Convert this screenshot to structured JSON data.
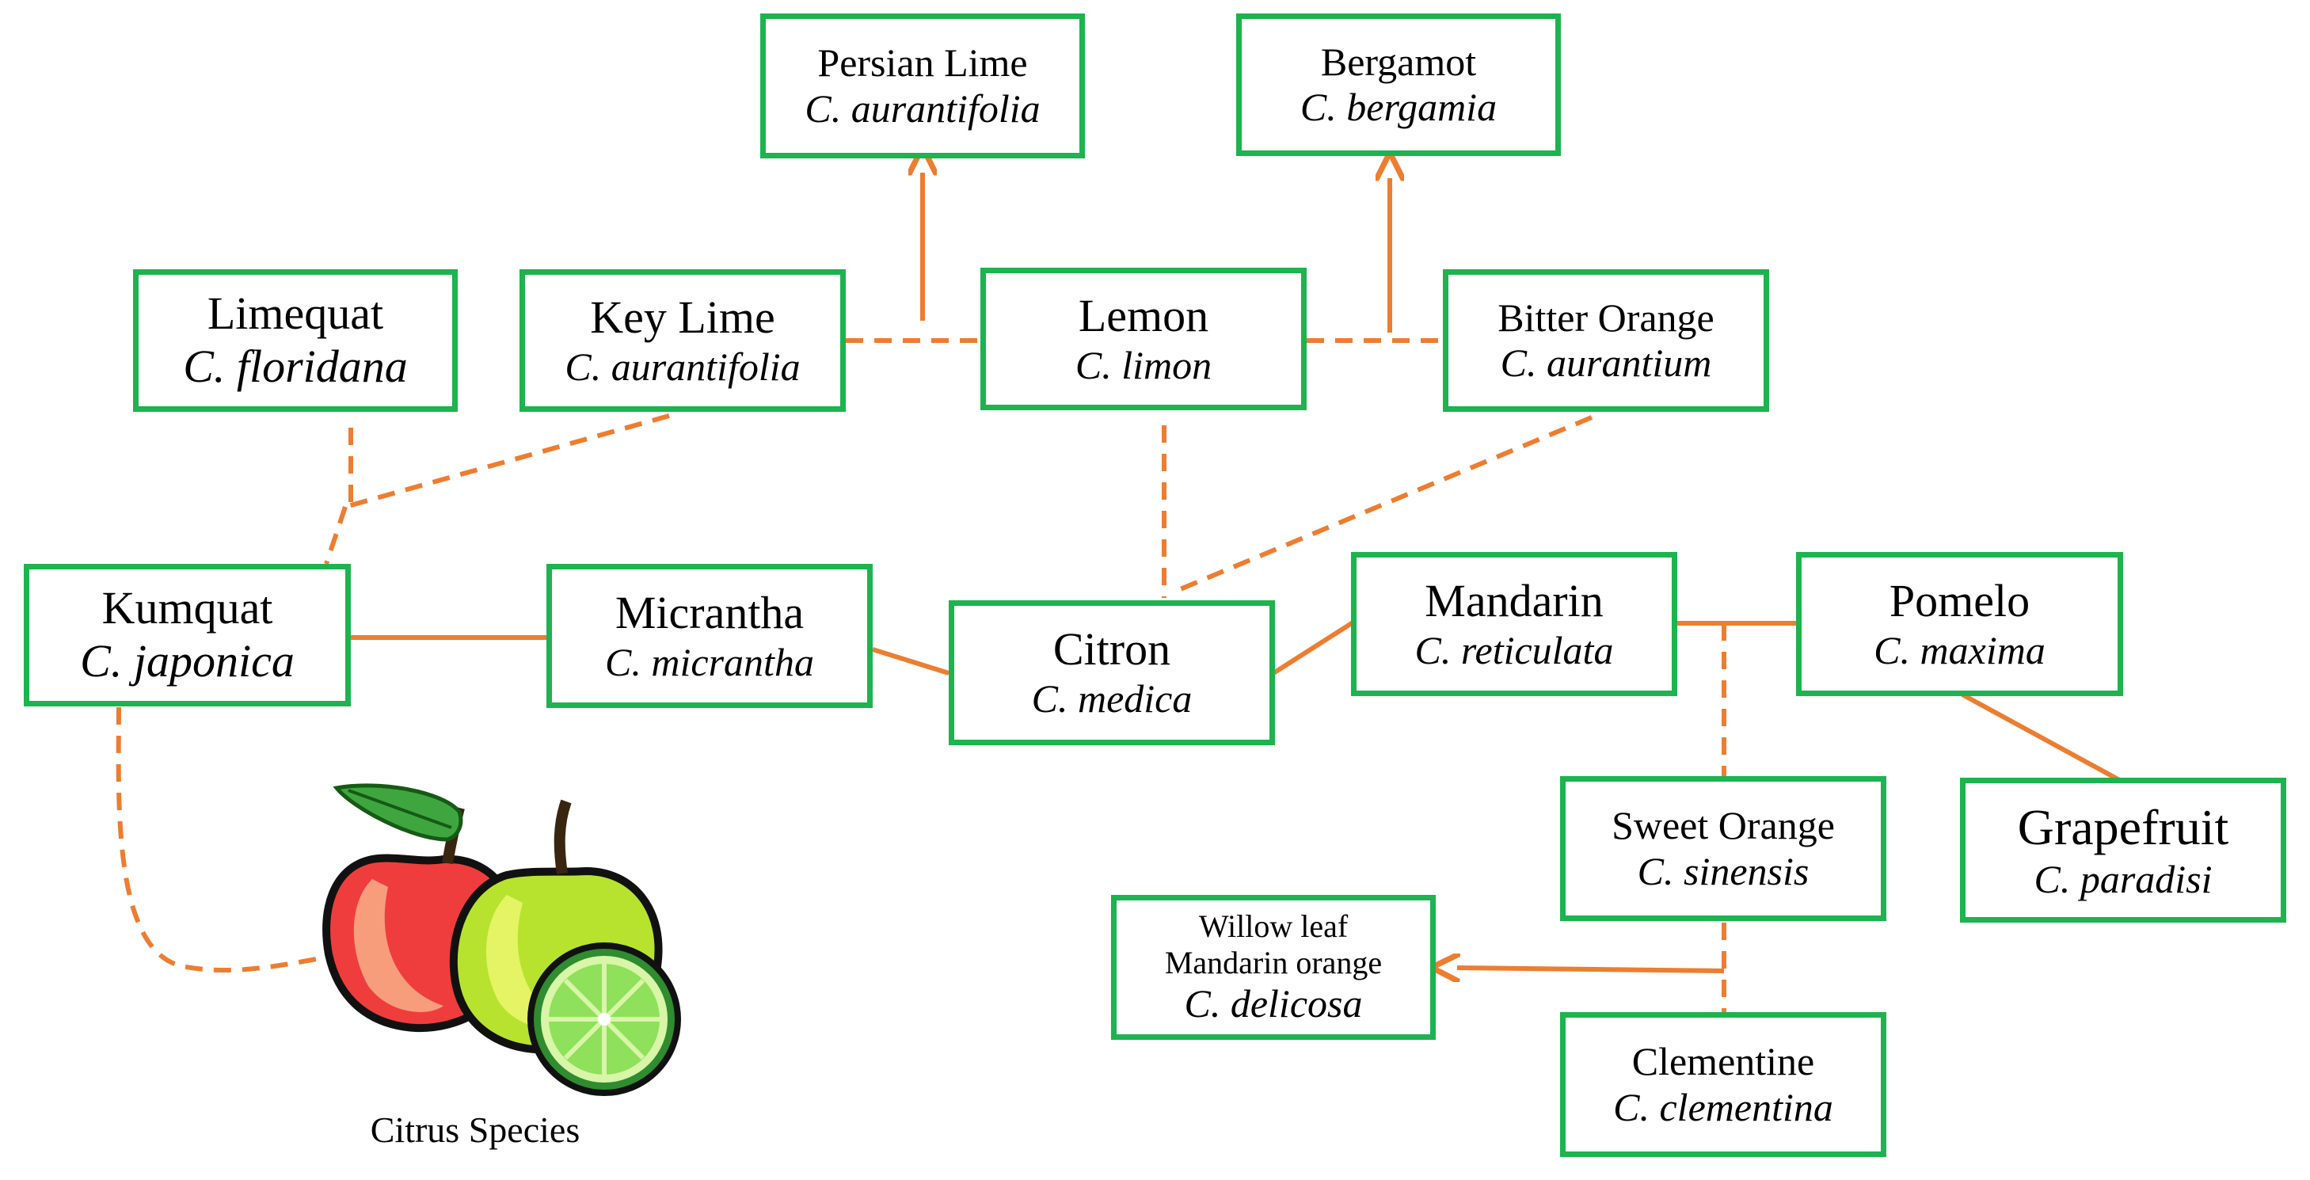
{
  "colors": {
    "box_border": "#1db34f",
    "connector": "#ed7d31"
  },
  "nodes": {
    "persian_lime": {
      "common": "Persian Lime",
      "scientific": "C. aurantifolia"
    },
    "bergamot": {
      "common": "Bergamot",
      "scientific": "C. bergamia"
    },
    "limequat": {
      "common": "Limequat",
      "scientific": "C. floridana"
    },
    "key_lime": {
      "common": "Key Lime",
      "scientific": "C. aurantifolia"
    },
    "lemon": {
      "common": "Lemon",
      "scientific": "C. limon"
    },
    "bitter_orange": {
      "common": "Bitter Orange",
      "scientific": "C. aurantium"
    },
    "kumquat": {
      "common": "Kumquat",
      "scientific": "C. japonica"
    },
    "micrantha": {
      "common": "Micrantha",
      "scientific": "C. micrantha"
    },
    "citron": {
      "common": "Citron",
      "scientific": "C. medica"
    },
    "mandarin": {
      "common": "Mandarin",
      "scientific": "C. reticulata"
    },
    "pomelo": {
      "common": "Pomelo",
      "scientific": "C. maxima"
    },
    "sweet_orange": {
      "common": "Sweet Orange",
      "scientific": "C. sinensis"
    },
    "grapefruit": {
      "common": "Grapefruit",
      "scientific": "C. paradisi"
    },
    "willow_leaf": {
      "common_line1": "Willow leaf",
      "common_line2": "Mandarin orange",
      "scientific": "C. delicosa"
    },
    "clementine": {
      "common": "Clementine",
      "scientific": "C. clementina"
    }
  },
  "caption": "Citrus Species"
}
